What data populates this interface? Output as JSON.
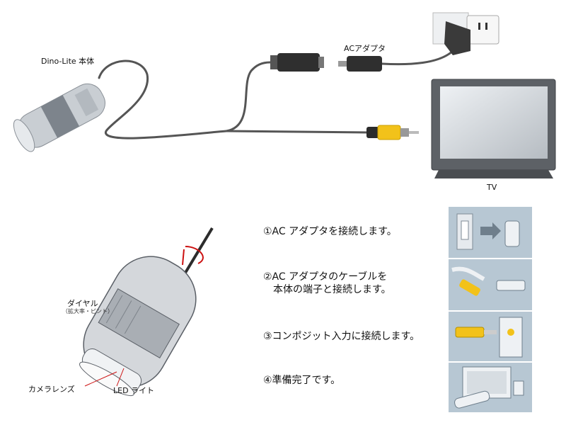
{
  "top": {
    "device_label": "Dino-Lite 本体",
    "adapter_label": "ACアダプタ",
    "tv_label": "TV"
  },
  "bottom": {
    "dial_label": "ダイヤル",
    "dial_sub": "（拡大率・ピント）",
    "camera_lens_label": "カメラレンズ",
    "led_label": "LED ライト"
  },
  "steps": [
    {
      "lines": [
        "①AC アダプタを接続します。"
      ]
    },
    {
      "lines": [
        "②AC アダプタのケーブルを",
        "　本体の端子と接続します。"
      ]
    },
    {
      "lines": [
        "③コンポジット入力に接続します。"
      ]
    },
    {
      "lines": [
        "④準備完了です。"
      ]
    }
  ],
  "colors": {
    "panel_bg": "#b7c7d3",
    "cable": "#555555",
    "rca_yellow": "#f2c21a",
    "accent_red": "#cc1111"
  }
}
